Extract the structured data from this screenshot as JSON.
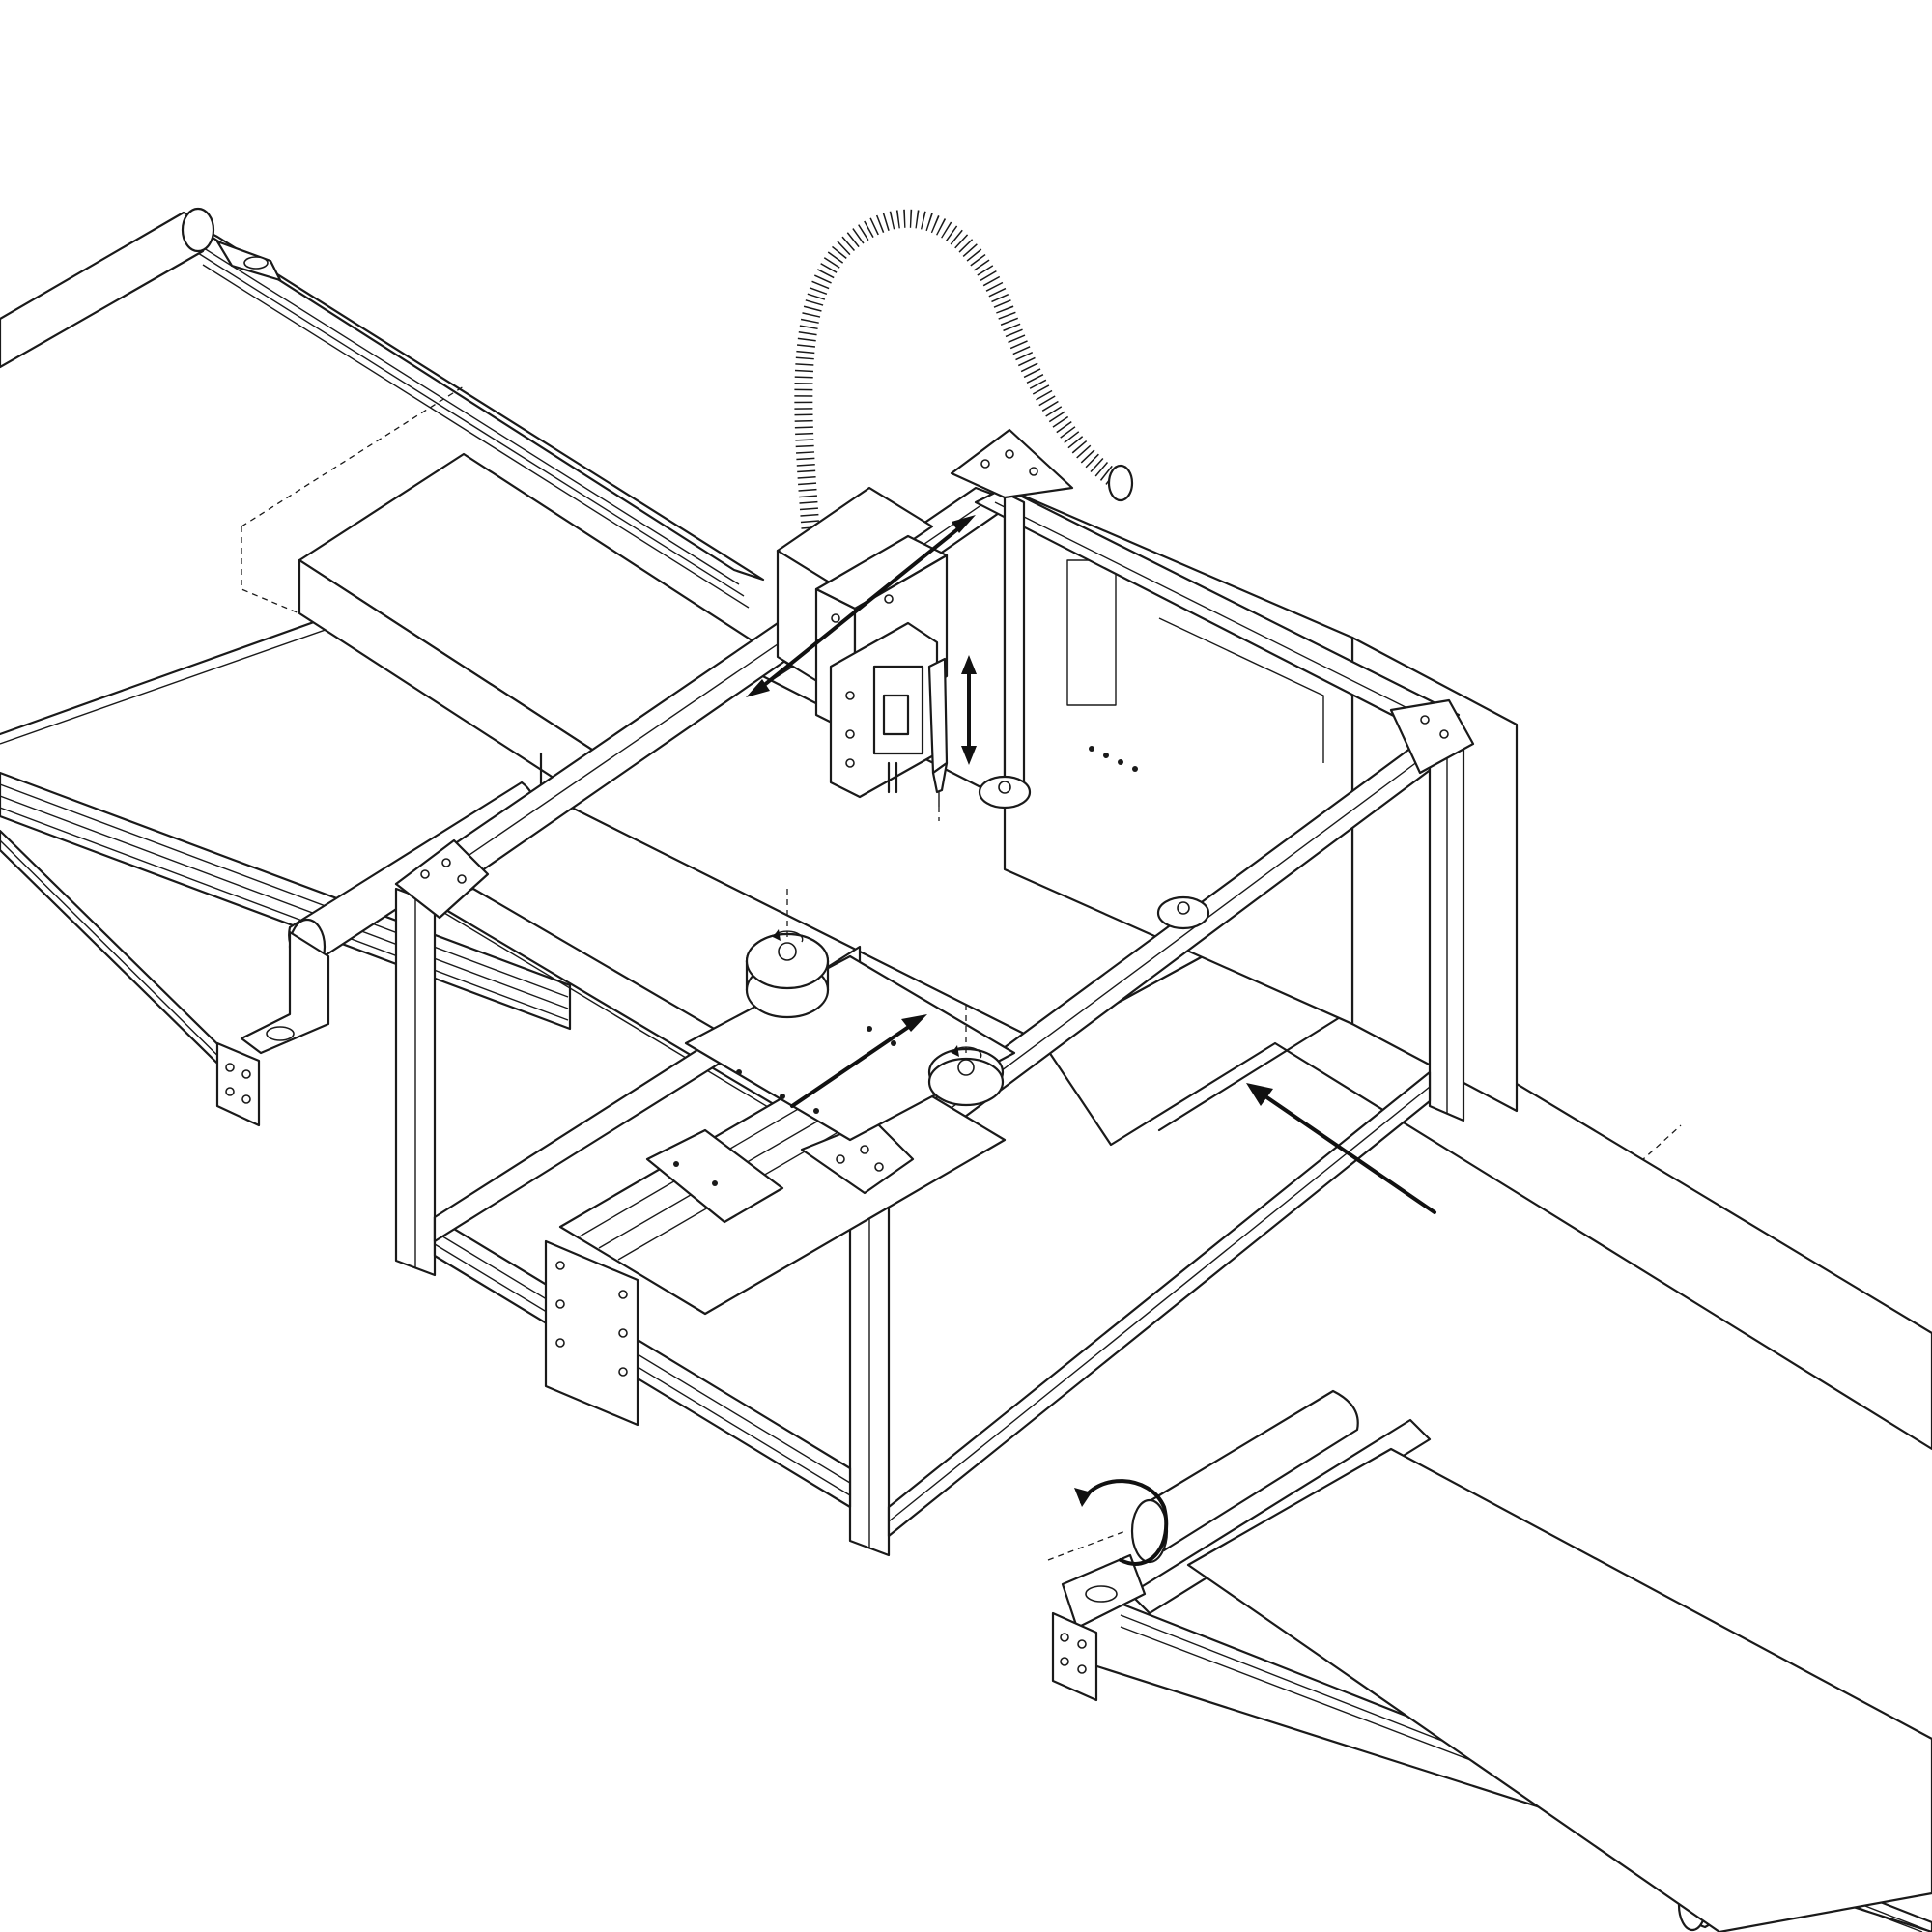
{
  "figure": {
    "kind": "isometric line drawing",
    "style": "black line art on white background",
    "components": [
      {
        "name": "left-conveyor",
        "icon": "conveyor-belt"
      },
      {
        "name": "right-conveyor",
        "icon": "conveyor-belt"
      },
      {
        "name": "gantry-frame",
        "icon": "aluminum-extrusion-frame"
      },
      {
        "name": "toolhead-carriage",
        "icon": "pen-plotter-head"
      },
      {
        "name": "cable-conduit",
        "icon": "flexible-conduit"
      },
      {
        "name": "drive-rollers",
        "icon": "roller-wheel"
      }
    ],
    "motion_indicators": [
      {
        "name": "x-axis-arrow",
        "icon": "double-arrow"
      },
      {
        "name": "z-axis-arrow",
        "icon": "double-arrow"
      },
      {
        "name": "y-axis-arrow",
        "icon": "single-arrow"
      },
      {
        "name": "feed-direction-arrow",
        "icon": "single-arrow"
      },
      {
        "name": "roller-rotation-arrow",
        "icon": "curved-arrow"
      }
    ],
    "colors": {
      "line": "#1a1a1a",
      "background": "#ffffff"
    }
  }
}
